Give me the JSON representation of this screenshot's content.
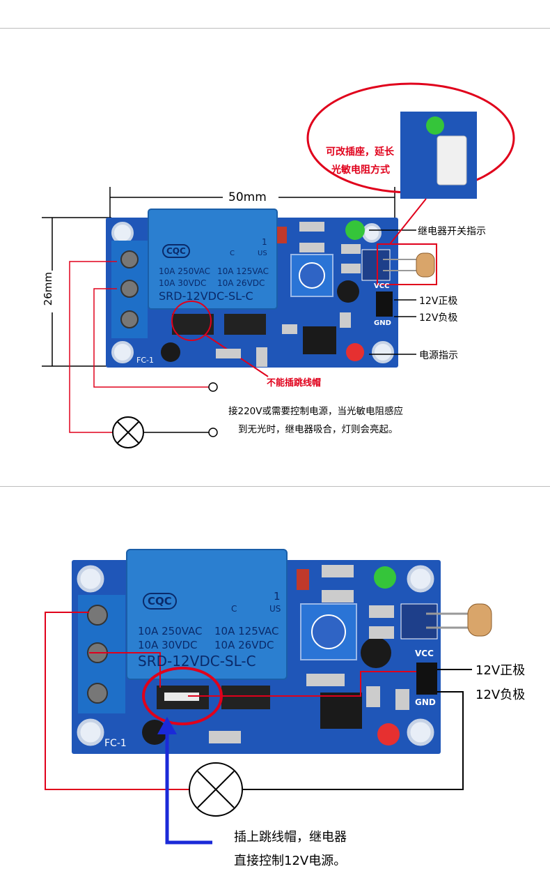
{
  "top": {
    "dimension_width": "50mm",
    "dimension_height": "26mm",
    "callout_note_line1": "可改插座，延长",
    "callout_note_line2": "光敏电阻方式",
    "relay_indicator": "继电器开关指示",
    "pos_12v": "12V正极",
    "neg_12v": "12V负极",
    "power_indicator": "电源指示",
    "no_jumper": "不能插跳线帽",
    "desc_line1": "接220V或需要控制电源，当光敏电阻感应",
    "desc_line2": "到无光时，继电器吸合，灯则会亮起。"
  },
  "board": {
    "relay_brand": "CQC",
    "relay_ul": "US",
    "relay_pin": "1",
    "relay_c": "C",
    "rating_row1_a": "10A 250VAC",
    "rating_row1_b": "10A 125VAC",
    "rating_row2_a": "10A  30VDC",
    "rating_row2_b": "10A  26VDC",
    "relay_model": "SRD-12VDC-SL-C",
    "silk_model": "FC-1",
    "vcc": "VCC",
    "gnd": "GND"
  },
  "bottom": {
    "pos_12v": "12V正极",
    "neg_12v": "12V负极",
    "note_line1": "插上跳线帽，继电器",
    "note_line2": "直接控制12V电源。"
  },
  "colors": {
    "pcb": "#1f56b8",
    "relay": "#2b7fd0",
    "terminal": "#1e6fc8",
    "accent_red": "#e0001b",
    "arrow_blue": "#1b2ad8"
  }
}
